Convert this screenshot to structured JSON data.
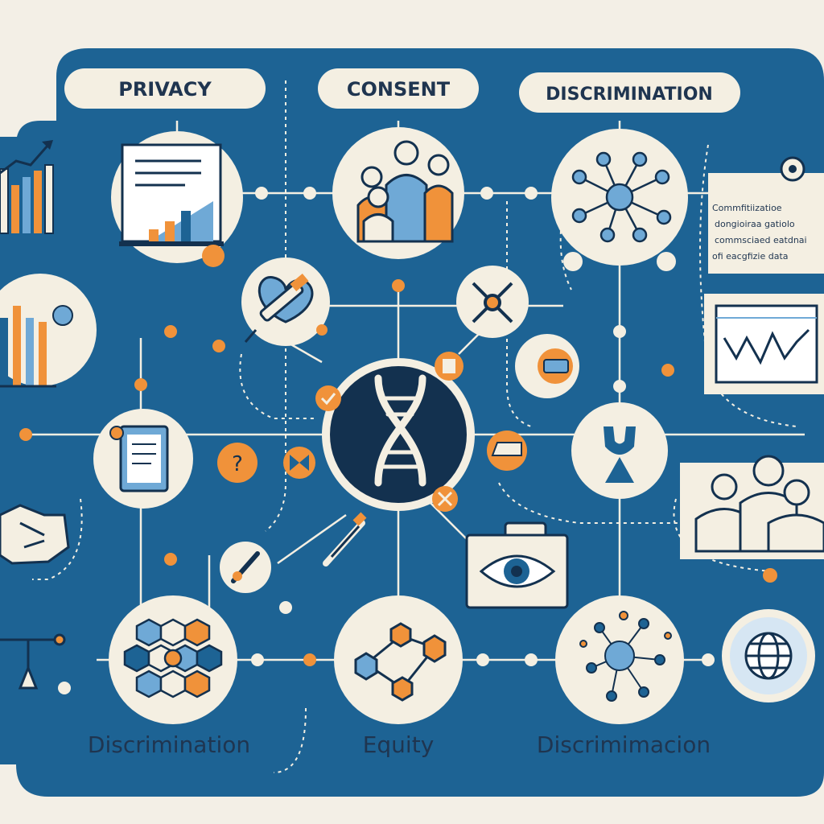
{
  "labels": {
    "top": [
      "PRIVACY",
      "CONSENT",
      "DISCRIMINATION"
    ],
    "bottom": [
      "Discrimination",
      "Equity",
      "Discrimimacion"
    ]
  },
  "side_note": [
    "Commfitiizatioe",
    "dongioiraa gatiolo",
    "commsciaed eatdnai",
    "ofi eacgfizie data"
  ],
  "colors": {
    "background": "#f3efe6",
    "blue": "#1d6394",
    "navy": "#13314f",
    "cream": "#f4efe2",
    "orange": "#f0923a",
    "light_blue": "#6fa9d6"
  },
  "icons": [
    "document-chart-icon",
    "people-group-icon",
    "network-node-icon",
    "bar-chart-icon",
    "dna-helix-icon",
    "heart-syringe-icon",
    "crossed-tools-icon",
    "clipboard-icon",
    "handshake-icon",
    "puzzle-network-icon",
    "eye-icon",
    "globe-icon",
    "monitor-wave-icon",
    "ribbon-icon",
    "growth-chart-icon"
  ]
}
